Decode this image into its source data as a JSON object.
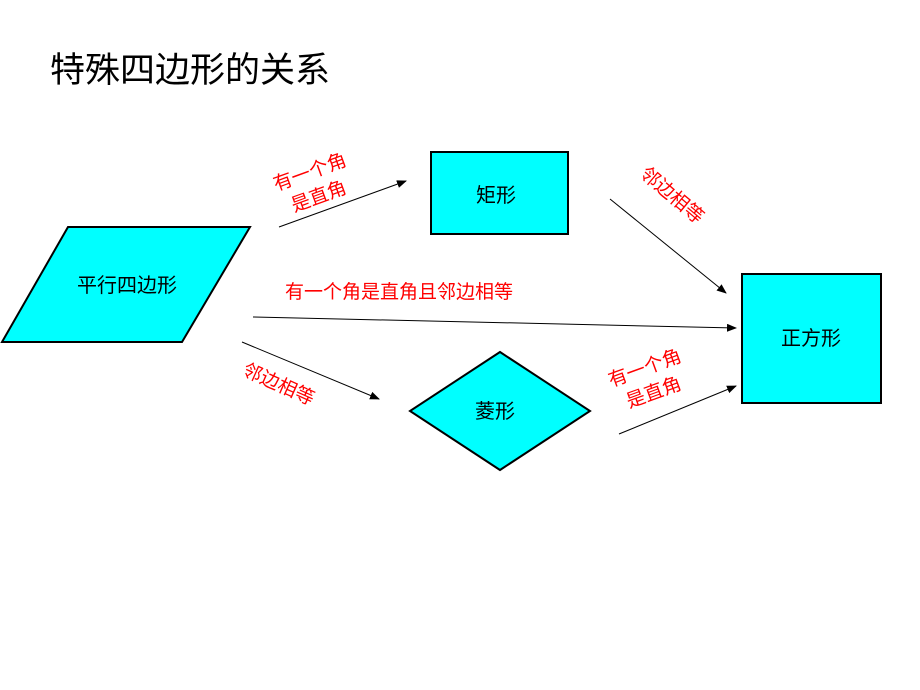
{
  "title": "特殊四边形的关系",
  "nodes": {
    "parallelogram": "平行四边形",
    "rectangle": "矩形",
    "rhombus": "菱形",
    "square": "正方形"
  },
  "edges": {
    "para_to_rect": [
      "有一个角",
      "是直角"
    ],
    "rect_to_square": "邻边相等",
    "para_to_square": "有一个角是直角且邻边相等",
    "para_to_rhombus": "邻边相等",
    "rhombus_to_square": [
      "有一个角",
      "是直角"
    ]
  },
  "colors": {
    "shape_fill": "#00ffff",
    "label_red": "#ff0000"
  }
}
